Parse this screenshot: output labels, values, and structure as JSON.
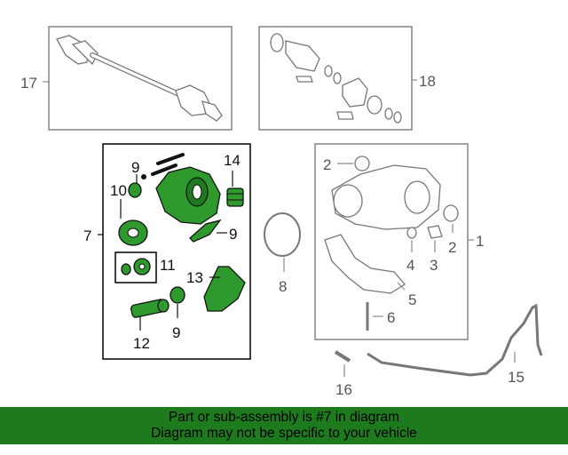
{
  "callouts": {
    "c1": "1",
    "c2a": "2",
    "c2b": "2",
    "c3": "3",
    "c4": "4",
    "c5": "5",
    "c6": "6",
    "c7": "7",
    "c8": "8",
    "c9a": "9",
    "c9b": "9",
    "c9c": "9",
    "c10": "10",
    "c11": "11",
    "c12": "12",
    "c13": "13",
    "c14": "14",
    "c15": "15",
    "c16": "16",
    "c17": "17",
    "c18": "18"
  },
  "highlight_color": "#2e9a2e",
  "footer": {
    "line1": "Part or sub-assembly is #7 in diagram",
    "line2": "Diagram may not be specific to your vehicle",
    "background": "#1d7a1d"
  }
}
